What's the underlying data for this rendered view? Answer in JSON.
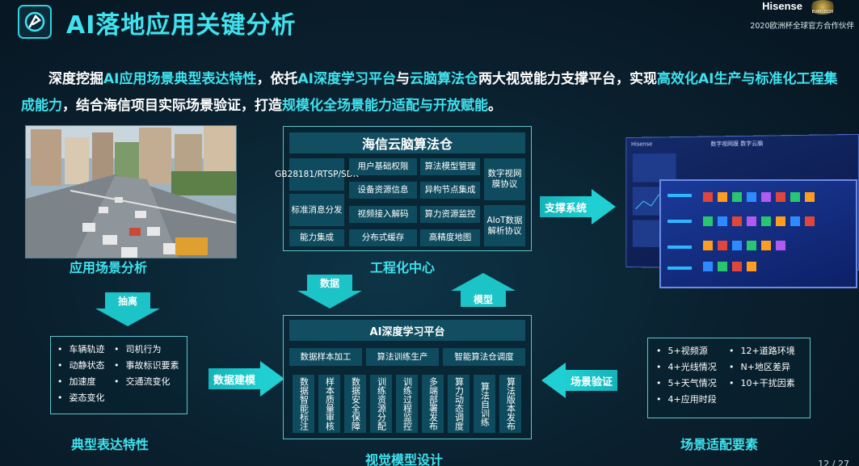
{
  "header": {
    "title": "AI落地应用关键分析",
    "brand": "Hisense",
    "brand_sub": "2020欧洲杯全球官方合作伙伴",
    "euro_badge": "EURO2020"
  },
  "intro": {
    "p1": "深度挖掘",
    "h1": "AI应用场景典型表达特性",
    "p2": "，依托",
    "h2": "AI深度学习平台",
    "p3": "与",
    "h3": "云脑算法仓",
    "p4": "两大视觉能力支撑平台，实现",
    "h4": "高效化AI生产与标准化工程集成能力",
    "p5": "，结合海信项目实际场景验证，打造",
    "h5": "规模化全场景能力适配与开放赋能",
    "p6": "。"
  },
  "left": {
    "scene_label": "应用场景分析",
    "extract_arrow": "抽离",
    "features": [
      "车辆轨迹",
      "动静状态",
      "加速度",
      "姿态变化"
    ],
    "features2": [
      "司机行为",
      "事故标识要素",
      "交通流变化"
    ],
    "typical_label": "典型表达特性",
    "modeling_arrow": "数据建模"
  },
  "cloud": {
    "title": "海信云脑算法仓",
    "left_cells": [
      "GB28181/RTSP/SDK",
      "标准消息分发",
      "能力集成"
    ],
    "mid_cells": [
      "用户基础权限",
      "算法模型管理",
      "设备资源信息",
      "异构节点集成",
      "视频接入解码",
      "算力资源监控",
      "分布式缓存",
      "高精度地图"
    ],
    "right_cells": [
      "数字视网膜协议",
      "AIoT数据解析协议"
    ],
    "label": "工程化中心"
  },
  "flow": {
    "data_arrow": "数据",
    "model_arrow": "模型",
    "support_arrow": "支撑系统",
    "verify_arrow": "场景验证"
  },
  "dl": {
    "title": "AI深度学习平台",
    "top_cells": [
      "数据样本加工",
      "算法训练生产",
      "智能算法仓调度"
    ],
    "vertical_cells": [
      "数据智能标注",
      "样本质量审核",
      "数据安全保障",
      "训练资源分配",
      "训练过程监控",
      "多端部署发布",
      "算力动态调度",
      "算法自训练",
      "算法版本发布"
    ],
    "label": "视觉模型设计"
  },
  "right": {
    "items_left": [
      "5+视频源",
      "4+光线情况",
      "5+天气情况",
      "4+应用时段"
    ],
    "items_right": [
      "12+道路环境",
      "N+地区差异",
      "10+干扰因素"
    ],
    "label": "场景适配要素"
  },
  "screens": {
    "back_brand": "Hisense",
    "back_title": "数字视网膜 数字云脑"
  },
  "page_num": "12 / 27"
}
